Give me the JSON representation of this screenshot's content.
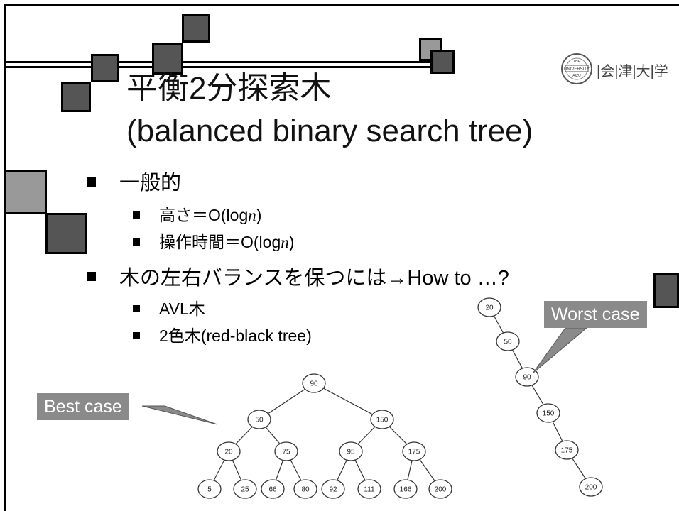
{
  "slide": {
    "title_ja": "平衡2分探索木",
    "title_en": "(balanced binary search tree)",
    "logo_text": "|会|津|大|学",
    "logo_seal": "THE UNIVERSITY OF AIZU 1993"
  },
  "bullets": [
    {
      "text": "一般的",
      "sub": [
        {
          "prefix": "高さ＝O(log",
          "var": "n",
          "suffix": ")"
        },
        {
          "prefix": "操作時間＝O(log",
          "var": "n",
          "suffix": ")"
        }
      ]
    },
    {
      "text": "木の左右バランスを保つには→How to …?",
      "sub": [
        {
          "prefix": "AVL木",
          "var": "",
          "suffix": ""
        },
        {
          "prefix": "2色木(red-black tree)",
          "var": "",
          "suffix": ""
        }
      ]
    }
  ],
  "callouts": {
    "best": "Best case",
    "worst": "Worst case"
  },
  "best_tree": {
    "nodes": [
      "90",
      "50",
      "150",
      "20",
      "75",
      "95",
      "175",
      "5",
      "25",
      "66",
      "80",
      "92",
      "111",
      "166",
      "200"
    ]
  },
  "worst_tree": {
    "nodes": [
      "20",
      "50",
      "90",
      "150",
      "175",
      "200"
    ]
  }
}
